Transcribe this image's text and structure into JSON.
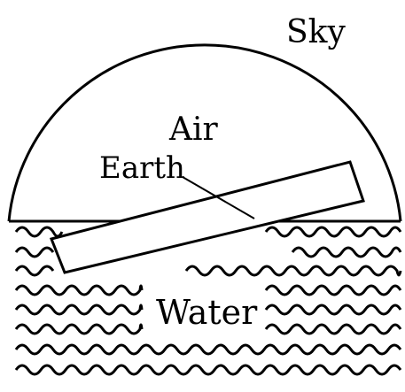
{
  "labels": {
    "sky": "Sky",
    "air": "Air",
    "earth": "Earth",
    "water": "Water"
  },
  "colors": {
    "ink": "#000000",
    "background": "#ffffff"
  }
}
